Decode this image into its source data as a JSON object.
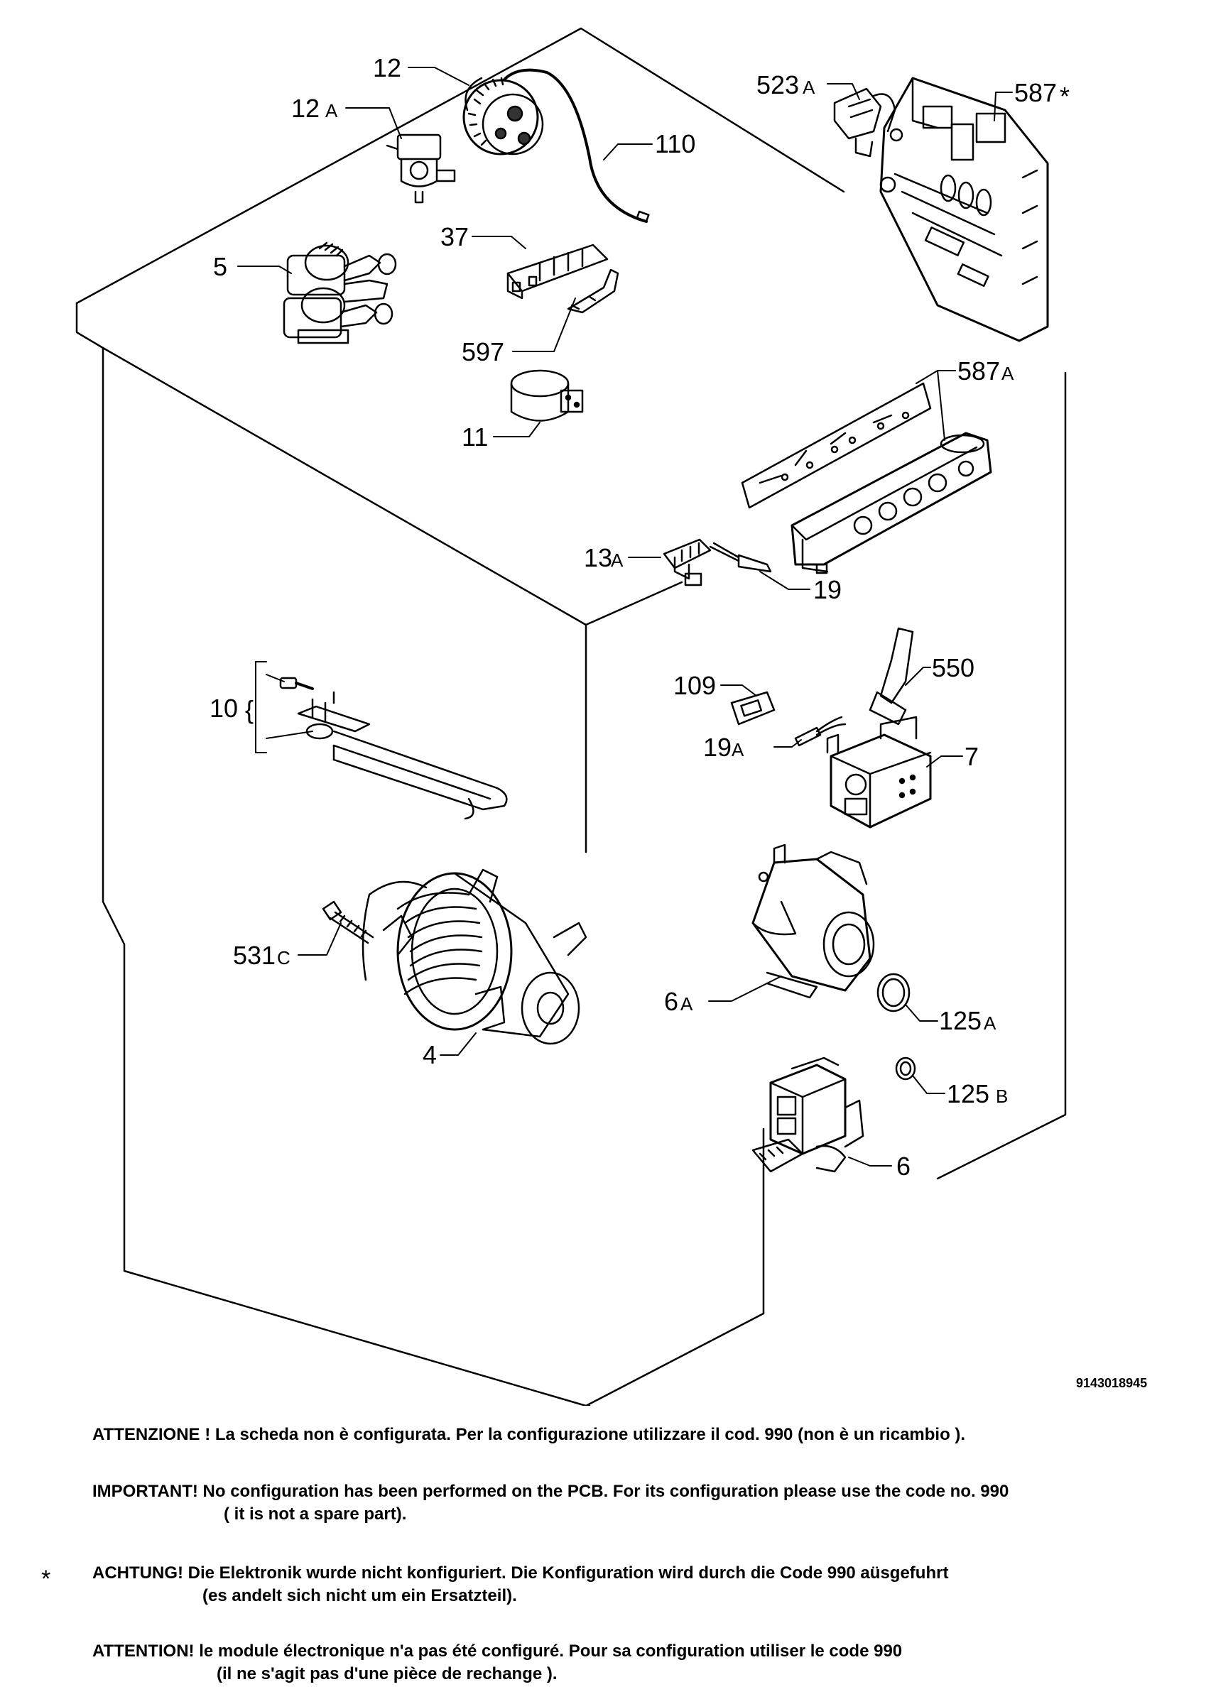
{
  "part_labels": {
    "p12": "12",
    "p12a_num": "12",
    "p12a_suf": "A",
    "p110": "110",
    "p5": "5",
    "p37": "37",
    "p597": "597",
    "p11": "11",
    "p523a_num": "523",
    "p523a_suf": "A",
    "p587s_num": "587",
    "p587s_suf": "*",
    "p587a_num": "587",
    "p587a_suf": "A",
    "p13a_num": "13",
    "p13a_suf": "A",
    "p19": "19",
    "p10": "10",
    "p109": "109",
    "p550": "550",
    "p19a_num": "19",
    "p19a_suf": "A",
    "p7": "7",
    "p531c_num": "531",
    "p531c_suf": "C",
    "p4": "4",
    "p6a_num": "6",
    "p6a_suf": "A",
    "p125a_num": "125",
    "p125a_suf": "A",
    "p125b_num": "125",
    "p125b_suf": "B",
    "p6": "6"
  },
  "drawing_code": "9143018945",
  "notes": {
    "it": "ATTENZIONE ! La scheda non è  configurata. Per la configurazione utilizzare il cod. 990 (non è un ricambio ).",
    "en_1": "IMPORTANT! No configuration has been performed on the PCB. For its configuration please use the code no. 990",
    "en_2": "( it is not a spare part).",
    "star": "*",
    "de_1": "ACHTUNG! Die Elektronik wurde nicht konfiguriert. Die Konfiguration wird durch die Code 990 aüsgefuhrt",
    "de_2": "(es andelt sich nicht um ein Ersatzteil).",
    "fr_1": "ATTENTION! le module électronique n'a pas été configuré. Pour  sa configuration utiliser le code 990",
    "fr_2": "(il ne s'agit pas d'une pièce de rechange )."
  }
}
